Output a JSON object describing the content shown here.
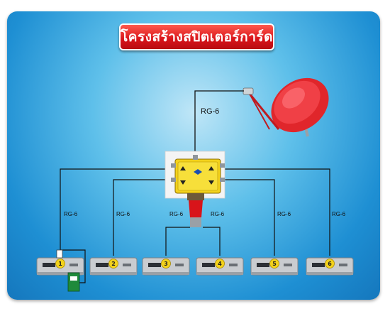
{
  "title": "โครงสร้างสปิตเตอร์การ์ด",
  "colors": {
    "background": "#1e8fd3",
    "title_background": "#d8141a",
    "dish": "#e0262b",
    "splitter": "#f3d21b",
    "receiver": "#c9ccd0",
    "cable": "#111111"
  },
  "cables": {
    "main_label": "RG-6",
    "outputs": [
      "RG-6",
      "RG-6",
      "RG-6",
      "RG-6",
      "RG-6",
      "RG-6"
    ]
  },
  "receivers": [
    "1",
    "2",
    "3",
    "4",
    "5",
    "6"
  ]
}
